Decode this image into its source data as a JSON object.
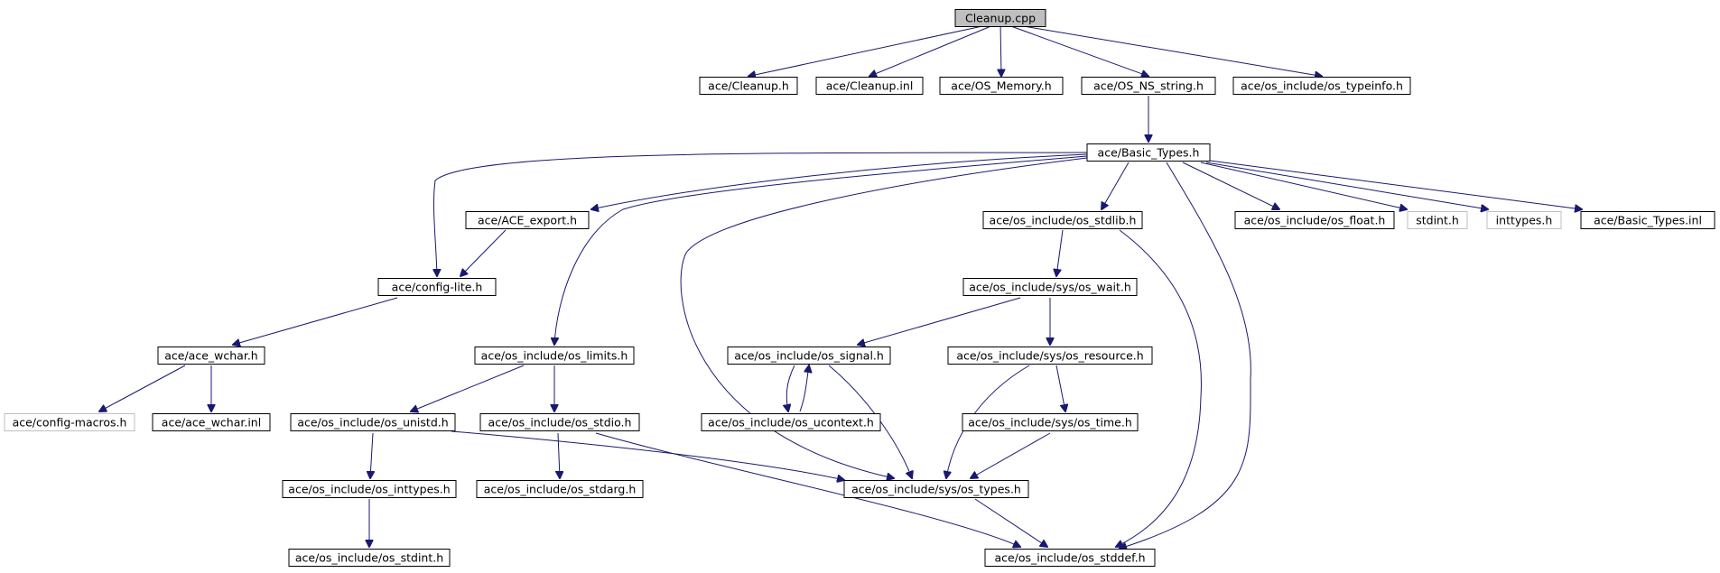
{
  "diagram": {
    "title": "",
    "colors": {
      "edge": "#191970",
      "root_fill": "#bfbfbf",
      "node_border": "#000000",
      "external_border": "#bfbfbf"
    },
    "nodes": [
      {
        "id": "cleanup_cpp",
        "label": "Cleanup.cpp",
        "style": "root"
      },
      {
        "id": "cleanup_h",
        "label": "ace/Cleanup.h"
      },
      {
        "id": "cleanup_inl",
        "label": "ace/Cleanup.inl"
      },
      {
        "id": "os_memory",
        "label": "ace/OS_Memory.h"
      },
      {
        "id": "os_ns_string",
        "label": "ace/OS_NS_string.h"
      },
      {
        "id": "os_typeinfo",
        "label": "ace/os_include/os_typeinfo.h"
      },
      {
        "id": "basic_types",
        "label": "ace/Basic_Types.h"
      },
      {
        "id": "ace_export",
        "label": "ace/ACE_export.h"
      },
      {
        "id": "os_stdlib",
        "label": "ace/os_include/os_stdlib.h"
      },
      {
        "id": "os_float",
        "label": "ace/os_include/os_float.h"
      },
      {
        "id": "stdint",
        "label": "stdint.h",
        "style": "external"
      },
      {
        "id": "inttypes",
        "label": "inttypes.h",
        "style": "external"
      },
      {
        "id": "basic_types_inl",
        "label": "ace/Basic_Types.inl"
      },
      {
        "id": "config_lite",
        "label": "ace/config-lite.h"
      },
      {
        "id": "os_wait",
        "label": "ace/os_include/sys/os_wait.h"
      },
      {
        "id": "ace_wchar",
        "label": "ace/ace_wchar.h"
      },
      {
        "id": "os_limits",
        "label": "ace/os_include/os_limits.h"
      },
      {
        "id": "os_signal",
        "label": "ace/os_include/os_signal.h"
      },
      {
        "id": "os_resource",
        "label": "ace/os_include/sys/os_resource.h"
      },
      {
        "id": "config_macros",
        "label": "ace/config-macros.h",
        "style": "external"
      },
      {
        "id": "ace_wchar_inl",
        "label": "ace/ace_wchar.inl"
      },
      {
        "id": "os_unistd",
        "label": "ace/os_include/os_unistd.h"
      },
      {
        "id": "os_stdio",
        "label": "ace/os_include/os_stdio.h"
      },
      {
        "id": "os_ucontext",
        "label": "ace/os_include/os_ucontext.h"
      },
      {
        "id": "os_time",
        "label": "ace/os_include/sys/os_time.h"
      },
      {
        "id": "os_inttypes",
        "label": "ace/os_include/os_inttypes.h"
      },
      {
        "id": "os_stdarg",
        "label": "ace/os_include/os_stdarg.h"
      },
      {
        "id": "os_types",
        "label": "ace/os_include/sys/os_types.h"
      },
      {
        "id": "os_stdint",
        "label": "ace/os_include/os_stdint.h"
      },
      {
        "id": "os_stddef",
        "label": "ace/os_include/os_stddef.h"
      }
    ],
    "edges": [
      [
        "cleanup_cpp",
        "cleanup_h"
      ],
      [
        "cleanup_cpp",
        "cleanup_inl"
      ],
      [
        "cleanup_cpp",
        "os_memory"
      ],
      [
        "cleanup_cpp",
        "os_ns_string"
      ],
      [
        "cleanup_cpp",
        "os_typeinfo"
      ],
      [
        "os_ns_string",
        "basic_types"
      ],
      [
        "basic_types",
        "config_lite"
      ],
      [
        "basic_types",
        "ace_export"
      ],
      [
        "basic_types",
        "os_limits"
      ],
      [
        "basic_types",
        "os_types"
      ],
      [
        "basic_types",
        "os_stdlib"
      ],
      [
        "basic_types",
        "os_stddef"
      ],
      [
        "basic_types",
        "os_float"
      ],
      [
        "basic_types",
        "stdint"
      ],
      [
        "basic_types",
        "inttypes"
      ],
      [
        "basic_types",
        "basic_types_inl"
      ],
      [
        "ace_export",
        "config_lite"
      ],
      [
        "config_lite",
        "ace_wchar"
      ],
      [
        "ace_wchar",
        "config_macros"
      ],
      [
        "ace_wchar",
        "ace_wchar_inl"
      ],
      [
        "os_stdlib",
        "os_wait"
      ],
      [
        "os_stdlib",
        "os_stddef"
      ],
      [
        "os_wait",
        "os_signal"
      ],
      [
        "os_wait",
        "os_resource"
      ],
      [
        "os_limits",
        "os_unistd"
      ],
      [
        "os_limits",
        "os_stdio"
      ],
      [
        "os_signal",
        "os_ucontext"
      ],
      [
        "os_ucontext",
        "os_signal"
      ],
      [
        "os_signal",
        "os_types"
      ],
      [
        "os_resource",
        "os_time"
      ],
      [
        "os_resource",
        "os_types"
      ],
      [
        "os_time",
        "os_types"
      ],
      [
        "os_unistd",
        "os_inttypes"
      ],
      [
        "os_unistd",
        "os_types"
      ],
      [
        "os_stdio",
        "os_stdarg"
      ],
      [
        "os_stdio",
        "os_stddef"
      ],
      [
        "os_inttypes",
        "os_stdint"
      ],
      [
        "os_types",
        "os_stddef"
      ]
    ]
  }
}
